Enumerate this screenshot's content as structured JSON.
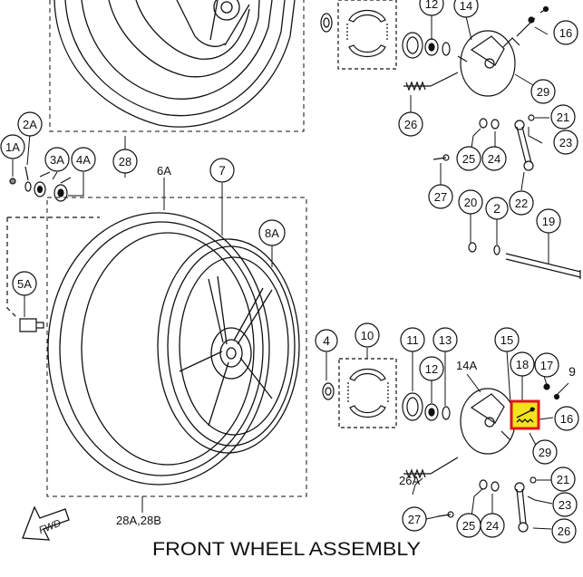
{
  "title": "FRONT WHEEL ASSEMBLY",
  "fwd_label": "FWD",
  "colors": {
    "highlight_fill": "#f5e21c",
    "highlight_border": "#e0151b",
    "ink": "#111111"
  },
  "callouts": [
    {
      "id": "c-12-top",
      "label": "12"
    },
    {
      "id": "c-14-top",
      "label": "14"
    },
    {
      "id": "c-16-top",
      "label": "16"
    },
    {
      "id": "c-29-top",
      "label": "29"
    },
    {
      "id": "c-26-top",
      "label": "26"
    },
    {
      "id": "c-21-top",
      "label": "21"
    },
    {
      "id": "c-23-top",
      "label": "23"
    },
    {
      "id": "c-25-top",
      "label": "25"
    },
    {
      "id": "c-24-top",
      "label": "24"
    },
    {
      "id": "c-27-top",
      "label": "27"
    },
    {
      "id": "c-22",
      "label": "22"
    },
    {
      "id": "c-20",
      "label": "20"
    },
    {
      "id": "c-2",
      "label": "2"
    },
    {
      "id": "c-19",
      "label": "19"
    },
    {
      "id": "c-2A",
      "label": "2A"
    },
    {
      "id": "c-1A",
      "label": "1A"
    },
    {
      "id": "c-3A",
      "label": "3A"
    },
    {
      "id": "c-4A",
      "label": "4A"
    },
    {
      "id": "c-28",
      "label": "28"
    },
    {
      "id": "c-7",
      "label": "7"
    },
    {
      "id": "c-8A",
      "label": "8A"
    },
    {
      "id": "c-5A",
      "label": "5A"
    },
    {
      "id": "c-4",
      "label": "4"
    },
    {
      "id": "c-10",
      "label": "10"
    },
    {
      "id": "c-11",
      "label": "11"
    },
    {
      "id": "c-13",
      "label": "13"
    },
    {
      "id": "c-12-bot",
      "label": "12"
    },
    {
      "id": "c-15",
      "label": "15"
    },
    {
      "id": "c-18",
      "label": "18"
    },
    {
      "id": "c-17",
      "label": "17"
    },
    {
      "id": "c-9",
      "label": "9"
    },
    {
      "id": "c-16-bot",
      "label": "16"
    },
    {
      "id": "c-29-bot",
      "label": "29"
    },
    {
      "id": "c-21-bot",
      "label": "21"
    },
    {
      "id": "c-23-bot",
      "label": "23"
    },
    {
      "id": "c-26-bot",
      "label": "26"
    },
    {
      "id": "c-24-bot",
      "label": "24"
    },
    {
      "id": "c-25-bot",
      "label": "25"
    },
    {
      "id": "c-27-bot",
      "label": "27"
    }
  ],
  "plain_labels": [
    {
      "id": "p-6A",
      "label": "6A"
    },
    {
      "id": "p-14A",
      "label": "14A"
    },
    {
      "id": "p-26A",
      "label": "26A"
    },
    {
      "id": "p-28AB",
      "label": "28A,28B"
    }
  ]
}
